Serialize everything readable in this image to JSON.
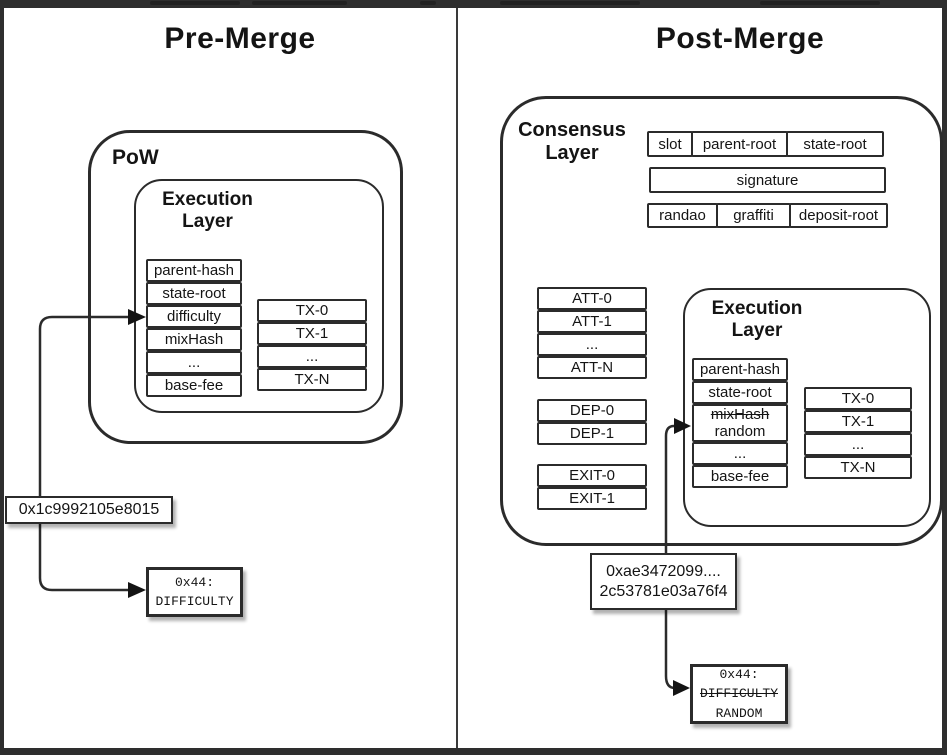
{
  "colors": {
    "stroke": "#2b2b2b",
    "frame_bar": "#2e2e2e",
    "background": "#ffffff"
  },
  "pre": {
    "title": "Pre-Merge",
    "pow_label": "PoW",
    "execution_layer_label": "Execution Layer",
    "block_fields": [
      "parent-hash",
      "state-root",
      "difficulty",
      "mixHash",
      "...",
      "base-fee"
    ],
    "transactions": [
      "TX-0",
      "TX-1",
      "...",
      "TX-N"
    ],
    "difficulty_value": "0x1c9992105e8015",
    "storage_slot": {
      "address": "0x44:",
      "old_name": "DIFFICULTY"
    }
  },
  "post": {
    "title": "Post-Merge",
    "consensus_layer_label": "Consensus Layer",
    "header_fields": [
      "slot",
      "parent-root",
      "state-root"
    ],
    "signature_label": "signature",
    "body_fields": [
      "randao",
      "graffiti",
      "deposit-root"
    ],
    "attestations": [
      "ATT-0",
      "ATT-1",
      "...",
      "ATT-N"
    ],
    "deposits": [
      "DEP-0",
      "DEP-1"
    ],
    "exits": [
      "EXIT-0",
      "EXIT-1"
    ],
    "execution_layer_label": "Execution Layer",
    "block_fields_top": [
      "parent-hash",
      "state-root"
    ],
    "mixhash_field": {
      "old": "mixHash",
      "new": "random"
    },
    "block_fields_bottom": [
      "...",
      "base-fee"
    ],
    "transactions": [
      "TX-0",
      "TX-1",
      "...",
      "TX-N"
    ],
    "random_value": {
      "line1": "0xae3472099....",
      "line2": "2c53781e03a76f4"
    },
    "storage_slot": {
      "address": "0x44:",
      "old_name": "DIFFICULTY",
      "new_name": "RANDOM"
    }
  }
}
